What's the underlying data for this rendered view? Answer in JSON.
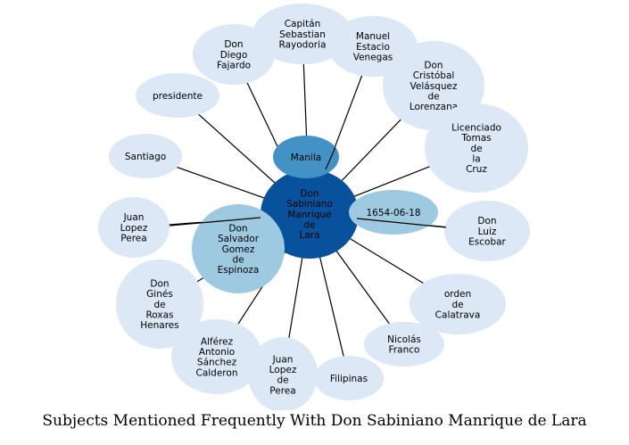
{
  "title": "Subjects Mentioned Frequently With Don Sabiniano Manrique de Lara",
  "colors": {
    "center": "#08519c",
    "strong": "#4292c6",
    "medium": "#9ecae1",
    "light": "#dce8f5",
    "edge": "#000000"
  },
  "center": {
    "id": "center",
    "label": "Don\nSabiniano\nManrique\nde\nLara"
  },
  "nodes": [
    {
      "id": "manila",
      "label": "Manila",
      "tone": "strong"
    },
    {
      "id": "date",
      "label": "1654-06-18",
      "tone": "medium"
    },
    {
      "id": "salvador",
      "label": "Don\nSalvador\nGomez\nde\nEspinoza",
      "tone": "medium"
    },
    {
      "id": "capitan",
      "label": "Capitán\nSebastian\nRayodoria",
      "tone": "light"
    },
    {
      "id": "manuel",
      "label": "Manuel\nEstacio\nVenegas",
      "tone": "light"
    },
    {
      "id": "diego",
      "label": "Don\nDiego\nFajardo",
      "tone": "light"
    },
    {
      "id": "cristobal",
      "label": "Don\nCristóbal\nVelásquez\nde\nLorenzana",
      "tone": "light"
    },
    {
      "id": "presidente",
      "label": "presidente",
      "tone": "light"
    },
    {
      "id": "licenciado",
      "label": "Licenciado\nTomas\nde\nla\nCruz",
      "tone": "light"
    },
    {
      "id": "santiago",
      "label": "Santiago",
      "tone": "light"
    },
    {
      "id": "luiz",
      "label": "Don\nLuiz\nEscobar",
      "tone": "light"
    },
    {
      "id": "juan_lopez_1",
      "label": "Juan\nLopez\nPerea",
      "tone": "light"
    },
    {
      "id": "gines",
      "label": "Don\nGinés\nde\nRoxas\nHenares",
      "tone": "light"
    },
    {
      "id": "orden",
      "label": "orden\nde\nCalatrava",
      "tone": "light"
    },
    {
      "id": "nicolas",
      "label": "Nicolás\nFranco",
      "tone": "light"
    },
    {
      "id": "alferez",
      "label": "Alférez\nAntonio\nSánchez\nCalderon",
      "tone": "light"
    },
    {
      "id": "juan_lopez_2",
      "label": "Juan\nLopez\nde\nPerea",
      "tone": "light"
    },
    {
      "id": "filipinas",
      "label": "Filipinas",
      "tone": "light"
    }
  ]
}
